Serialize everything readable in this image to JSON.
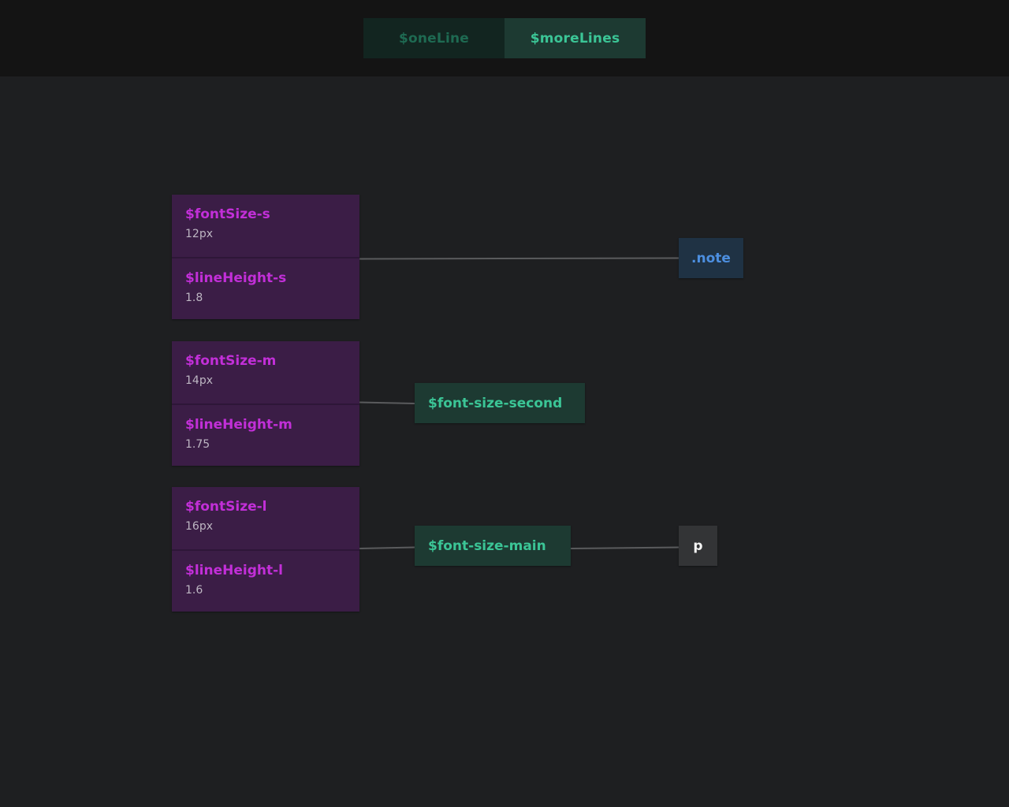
{
  "tabs": [
    {
      "label": "$oneLine",
      "active": false
    },
    {
      "label": "$moreLines",
      "active": true
    }
  ],
  "variable_groups": [
    {
      "font_size": {
        "name": "$fontSize-s",
        "value": "12px"
      },
      "line_height": {
        "name": "$lineHeight-s",
        "value": "1.8"
      }
    },
    {
      "font_size": {
        "name": "$fontSize-m",
        "value": "14px"
      },
      "line_height": {
        "name": "$lineHeight-m",
        "value": "1.75"
      }
    },
    {
      "font_size": {
        "name": "$fontSize-l",
        "value": "16px"
      },
      "line_height": {
        "name": "$lineHeight-l",
        "value": "1.6"
      }
    }
  ],
  "alias_nodes": {
    "second": "$font-size-second",
    "main": "$font-size-main"
  },
  "selector_nodes": {
    "note": ".note",
    "p": "p"
  },
  "colors": {
    "background": "#1e1f21",
    "topbar": "#141414",
    "variable_fill": "#3b1d46",
    "variable_text": "#c22fd8",
    "alias_fill": "#1d3a32",
    "alias_text": "#3bc596",
    "class_fill": "#1f3244",
    "class_text": "#4c8fe0",
    "element_fill": "#333436",
    "link": "#5a5b5d"
  }
}
